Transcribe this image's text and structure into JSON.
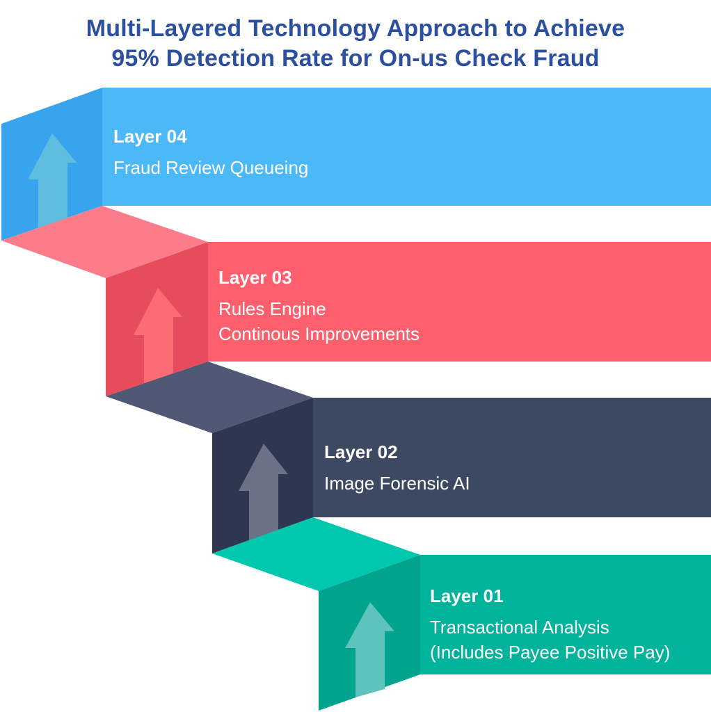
{
  "title": {
    "line1": "Multi-Layered Technology Approach to Achieve",
    "line2": "95% Detection Rate for On-us Check Fraud"
  },
  "layers": [
    {
      "id": "layer-04",
      "heading": "Layer 04",
      "lines": [
        "Fraud Review Queueing"
      ],
      "colors": {
        "front": "#4bb8f8",
        "side": "#39a4ee",
        "top": "#4bb8f8",
        "arrow": "#5fbde0"
      }
    },
    {
      "id": "layer-03",
      "heading": "Layer 03",
      "lines": [
        "Rules Engine",
        "Continous Improvements"
      ],
      "colors": {
        "front": "#fd5f6d",
        "side": "#e74c5c",
        "top": "#fc7c8c",
        "arrow": "#fd6b75"
      }
    },
    {
      "id": "layer-02",
      "heading": "Layer 02",
      "lines": [
        "Image Forensic AI"
      ],
      "colors": {
        "front": "#3d4861",
        "side": "#2e3650",
        "top": "#4f5874",
        "arrow": "#6b7287"
      }
    },
    {
      "id": "layer-01",
      "heading": "Layer 01",
      "lines": [
        "Transactional Analysis",
        "(Includes Payee Positive Pay)"
      ],
      "colors": {
        "front": "#02b39c",
        "side": "#00a38e",
        "top": "#00c8ae",
        "arrow": "#5fc3bd"
      }
    }
  ]
}
